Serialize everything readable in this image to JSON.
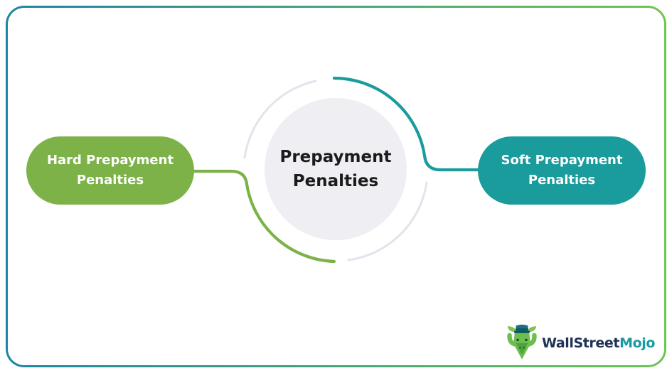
{
  "center_node": {
    "label": "Prepayment Penalties"
  },
  "nodes": {
    "left": {
      "label": "Hard Prepayment Penalties",
      "color": "#7DB249"
    },
    "right": {
      "label": "Soft Prepayment Penalties",
      "color": "#1A9B9C"
    }
  },
  "logo": {
    "text_primary": "WallStreet",
    "text_accent": "Mojo",
    "mascot": "bull-mascot-icon"
  },
  "colors": {
    "accent_green": "#7DB249",
    "accent_teal": "#1A9B9C",
    "border_teal": "#1E85A4",
    "border_green": "#6EC653",
    "circle_fill": "#EEEEF3",
    "arc_gray": "#E3E3EC",
    "text_dark": "#1B1B1B",
    "logo_navy": "#1F3155",
    "logo_teal": "#189AA0"
  }
}
